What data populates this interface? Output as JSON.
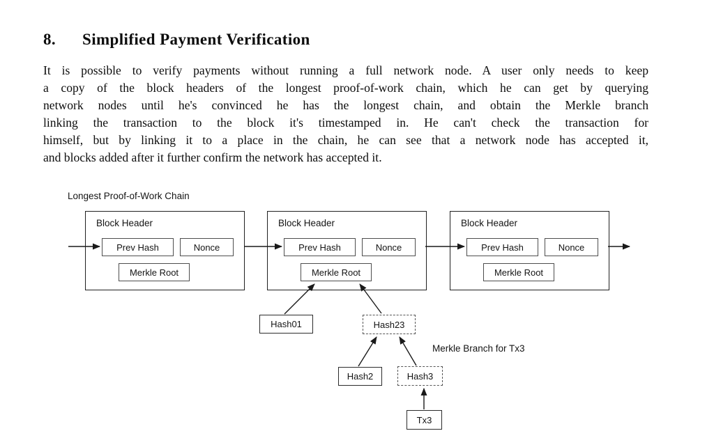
{
  "heading": {
    "number": "8.",
    "title": "Simplified Payment Verification"
  },
  "paragraph_lines": [
    "It is possible to verify payments without running a full network node.  A user only needs to keep",
    "a copy of the block headers of the longest proof-of-work chain, which he can get by querying",
    "network nodes until he's convinced he has the longest chain, and obtain the Merkle branch",
    "linking the transaction to the block it's timestamped in.  He can't check the transaction for",
    "himself, but by linking it to a place in the chain, he can see that a network node has accepted it,",
    "and blocks added after it further confirm the network has accepted it."
  ],
  "diagram": {
    "chain_label": "Longest Proof-of-Work Chain",
    "branch_label": "Merkle Branch for Tx3",
    "blocks": [
      {
        "title": "Block Header",
        "prev_hash": "Prev Hash",
        "nonce": "Nonce",
        "merkle_root": "Merkle Root"
      },
      {
        "title": "Block Header",
        "prev_hash": "Prev Hash",
        "nonce": "Nonce",
        "merkle_root": "Merkle Root"
      },
      {
        "title": "Block Header",
        "prev_hash": "Prev Hash",
        "nonce": "Nonce",
        "merkle_root": "Merkle Root"
      }
    ],
    "merkle_tree": {
      "hash01": "Hash01",
      "hash23": "Hash23",
      "hash2": "Hash2",
      "hash3": "Hash3",
      "tx3": "Tx3"
    },
    "colors": {
      "line": "#1a1a1a",
      "outer_border": "#1f1f1f",
      "inner_border": "#4d4d4d",
      "text": "#141414",
      "background": "#ffffff"
    }
  }
}
